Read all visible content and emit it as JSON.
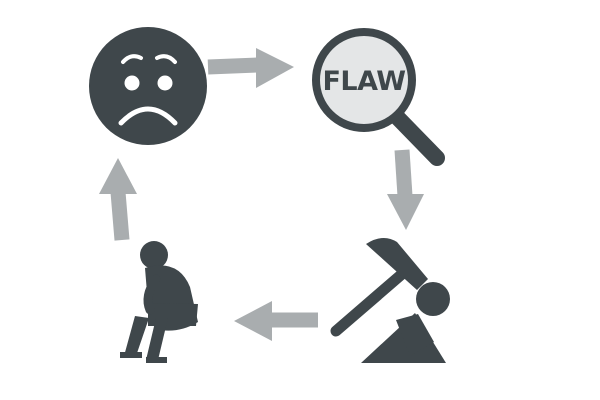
{
  "cycle": {
    "magnifier": {
      "label": "FLAW"
    },
    "steps": [
      {
        "name": "sad-face",
        "icon": "sad-face-icon"
      },
      {
        "name": "magnifying-glass",
        "icon": "magnifying-glass-icon"
      },
      {
        "name": "self-punishment",
        "icon": "hammer-hitting-person-icon"
      },
      {
        "name": "dejected-person",
        "icon": "sitting-sad-person-icon"
      }
    ],
    "arrows": [
      "arrow-right-icon",
      "arrow-down-icon",
      "arrow-left-icon",
      "arrow-up-icon"
    ]
  },
  "colors": {
    "icon": "#3f474b",
    "arrow": "#a9adaf",
    "lens": "#e4e6e7",
    "background": "#ffffff"
  }
}
